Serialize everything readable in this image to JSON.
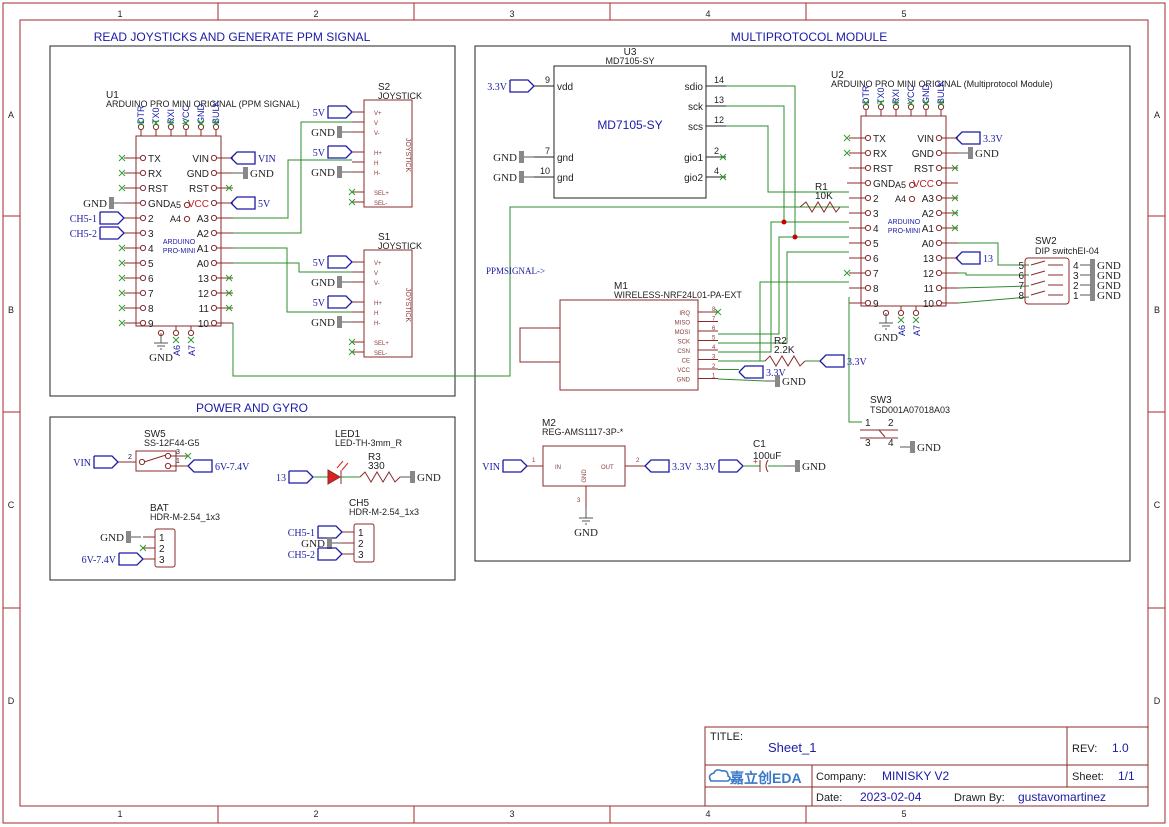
{
  "columns": [
    "1",
    "2",
    "3",
    "4",
    "5"
  ],
  "rows": [
    "A",
    "B",
    "C",
    "D"
  ],
  "sections": {
    "ppm": "READ JOYSTICKS AND GENERATE PPM SIGNAL",
    "power": "POWER AND GYRO",
    "multi": "MULTIPROTOCOL MODULE"
  },
  "u1": {
    "ref": "U1",
    "name": "ARDUINO PRO MINI ORIGINAL (PPM SIGNAL)",
    "body": [
      "ARDUINO",
      "PRO-MINI"
    ],
    "top_pins": [
      "DTR",
      "TX0",
      "RXI",
      "VCC",
      "GND",
      "BULK"
    ],
    "left_pins": [
      "TX",
      "RX",
      "RST",
      "GND",
      "2",
      "3",
      "4",
      "5",
      "6",
      "7",
      "8",
      "9"
    ],
    "right_pins": [
      "VIN",
      "GND",
      "RST",
      "VCC",
      "A3",
      "A2",
      "A1",
      "A0",
      "13",
      "12",
      "11",
      "10"
    ],
    "a5": "A5",
    "a4": "A4",
    "a6": "A6",
    "a7": "A7"
  },
  "u2": {
    "ref": "U2",
    "name": "ARDUINO PRO MINI ORIGINAL (Multiprotocol Module)",
    "body": [
      "ARDUINO",
      "PRO-MINI"
    ],
    "top_pins": [
      "DTR",
      "TX0",
      "RXI",
      "VCC",
      "GND",
      "BULK"
    ],
    "left_pins": [
      "TX",
      "RX",
      "RST",
      "GND",
      "2",
      "3",
      "4",
      "5",
      "6",
      "7",
      "8",
      "9"
    ],
    "right_pins": [
      "VIN",
      "GND",
      "RST",
      "VCC",
      "A3",
      "A2",
      "A1",
      "A0",
      "13",
      "12",
      "11",
      "10"
    ],
    "a5": "A5",
    "a4": "A4",
    "a6": "A6",
    "a7": "A7"
  },
  "u3": {
    "ref": "U3",
    "name": "MD7105-SY",
    "body": "MD7105-SY",
    "left": [
      [
        "9",
        "vdd"
      ],
      [
        "7",
        "gnd"
      ],
      [
        "10",
        "gnd"
      ]
    ],
    "right": [
      [
        "14",
        "sdio"
      ],
      [
        "13",
        "sck"
      ],
      [
        "12",
        "scs"
      ],
      [
        "2",
        "gio1"
      ],
      [
        "4",
        "gio2"
      ]
    ]
  },
  "s2": {
    "ref": "S2",
    "name": "JOYSTICK",
    "pins": [
      "V+",
      "V",
      "V-",
      "H+",
      "H",
      "H-",
      "SEL+",
      "SEL-"
    ],
    "body": "JOYSTICK"
  },
  "s1": {
    "ref": "S1",
    "name": "JOYSTICK",
    "pins": [
      "V+",
      "V",
      "V-",
      "H+",
      "H",
      "H-",
      "SEL+",
      "SEL-"
    ],
    "body": "JOYSTICK"
  },
  "m1": {
    "ref": "M1",
    "name": "WIRELESS-NRF24L01-PA-EXT",
    "pins": [
      [
        "8",
        "IRQ"
      ],
      [
        "7",
        "MISO"
      ],
      [
        "6",
        "MOSI"
      ],
      [
        "5",
        "SCK"
      ],
      [
        "4",
        "CSN"
      ],
      [
        "3",
        "CE"
      ],
      [
        "2",
        "VCC"
      ],
      [
        "1",
        "GND"
      ]
    ]
  },
  "r1": {
    "ref": "R1",
    "value": "10K"
  },
  "r2": {
    "ref": "R2",
    "value": "2.2K"
  },
  "r3": {
    "ref": "R3",
    "value": "330"
  },
  "sw2": {
    "ref": "SW2",
    "name": "DIP switchEI-04",
    "left": [
      "5",
      "6",
      "7",
      "8"
    ],
    "right": [
      "4",
      "3",
      "2",
      "1"
    ]
  },
  "sw3": {
    "ref": "SW3",
    "name": "TSD001A07018A03",
    "pins": [
      "1",
      "2",
      "3",
      "4"
    ]
  },
  "sw5": {
    "ref": "SW5",
    "name": "SS-12F44-G5",
    "pins": [
      "2",
      "3",
      "1"
    ]
  },
  "led1": {
    "ref": "LED1",
    "name": "LED-TH-3mm_R"
  },
  "m2": {
    "ref": "M2",
    "name": "REG-AMS1117-3P-*",
    "in": "IN",
    "out": "OUT",
    "gnd": "GND",
    "p1": "1",
    "p2": "2",
    "p3": "3"
  },
  "c1": {
    "ref": "C1",
    "value": "100uF"
  },
  "bat": {
    "ref": "BAT",
    "name": "HDR-M-2.54_1x3",
    "pins": [
      "1",
      "2",
      "3"
    ]
  },
  "ch5": {
    "ref": "CH5",
    "name": "HDR-M-2.54_1x3",
    "pins": [
      "1",
      "2",
      "3"
    ]
  },
  "nets": {
    "v5": "5V",
    "v33": "3.3V",
    "gnd": "GND",
    "vin": "VIN",
    "ch51": "CH5-1",
    "ch52": "CH5-2",
    "v67": "6V-7.4V",
    "n13": "13",
    "ppm": "PPMSIGNAL->"
  },
  "title_block": {
    "title_label": "TITLE:",
    "title": "Sheet_1",
    "rev_label": "REV:",
    "rev": "1.0",
    "logo": "嘉立创EDA",
    "company_label": "Company:",
    "company": "MINISKY V2",
    "sheet_label": "Sheet:",
    "sheet": "1/1",
    "date_label": "Date:",
    "date": "2023-02-04",
    "drawn_label": "Drawn By:",
    "drawn": "gustavomartinez"
  },
  "colors": {
    "frame": "#a52a2a",
    "net": "#1a1aa6",
    "wire": "#2e8b2e",
    "part": "#8b2a2a"
  }
}
